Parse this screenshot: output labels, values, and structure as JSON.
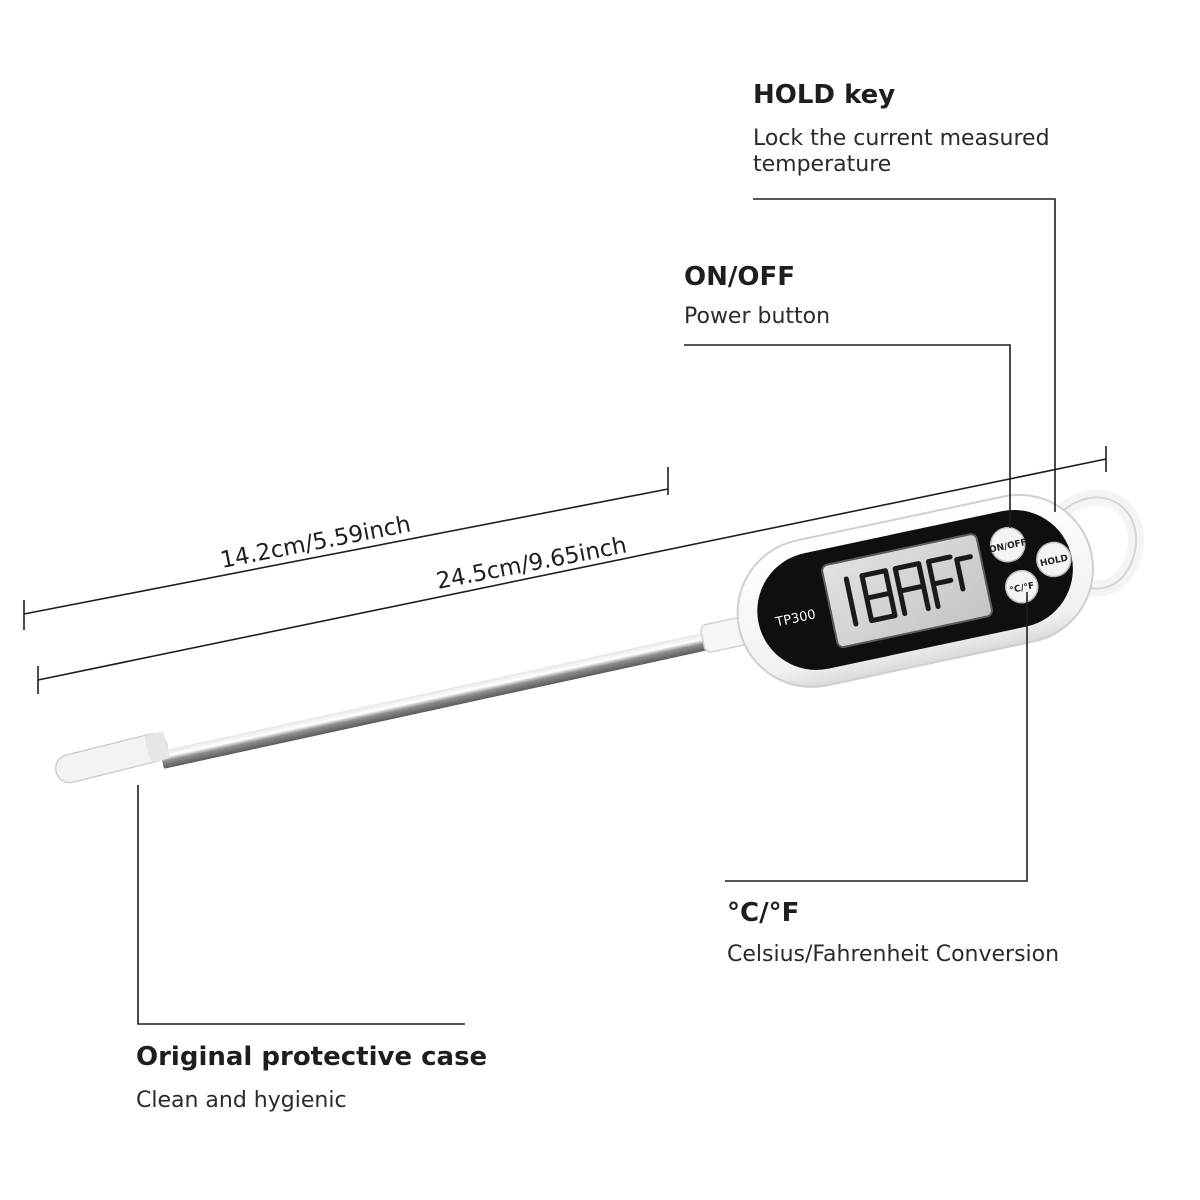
{
  "hold": {
    "title": "HOLD key",
    "desc": "Lock the current measured temperature"
  },
  "onoff": {
    "title": "ON/OFF",
    "desc": "Power button"
  },
  "unit": {
    "title": "°C/°F",
    "desc": "Celsius/Fahrenheit Conversion"
  },
  "case": {
    "title": "Original protective case",
    "desc": "Clean and hygienic"
  },
  "dimensions": {
    "probe_length": "14.2cm/5.59inch",
    "total_length": "24.5cm/9.65inch"
  },
  "device": {
    "model": "TP300",
    "on_off_label": "ON/OFF",
    "hold_label": "HOLD",
    "unit_label": "°C/°F"
  },
  "colors": {
    "line": "#1e1e1e",
    "body": "#ffffff",
    "panel": "#0f0f0f",
    "lcd": "#d4d4d4",
    "segments": "#1a1a1a",
    "probe": "#9a9a9a"
  }
}
